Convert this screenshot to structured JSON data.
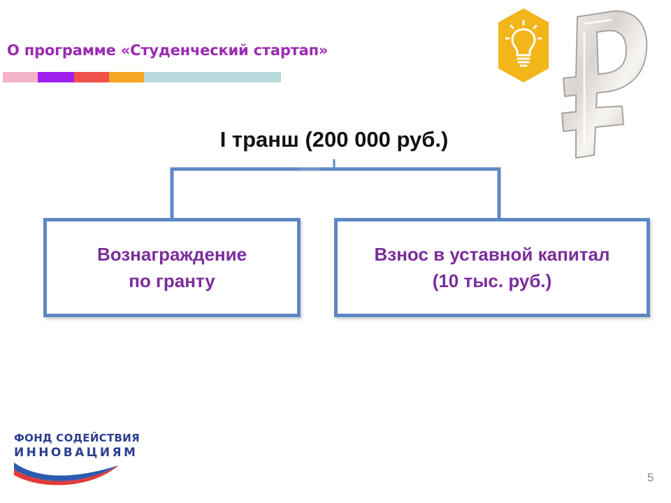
{
  "header": {
    "title": "О программе «Студенческий стартап»",
    "color_bar": [
      "#f4b3c8",
      "#a020f0",
      "#f0504a",
      "#f5a623",
      "#b7d9dc"
    ]
  },
  "diagram": {
    "root": {
      "label": "I транш (200 000 руб.)"
    },
    "children": [
      {
        "line1": "Вознаграждение",
        "line2": "по гранту"
      },
      {
        "line1": "Взнос в уставной капитал",
        "line2": "(10 тыс. руб.)"
      }
    ],
    "colors": {
      "border": "#5e87c4",
      "text": "#7a2d9a",
      "accent": "#f2b51a"
    }
  },
  "icons": {
    "top_left_icon": "lightbulb-hexagon-icon",
    "top_right_icon": "ruble-sign-icon"
  },
  "logo": {
    "line1": "ФОНД СОДЕЙСТВИЯ",
    "line2": "ИННОВАЦИЯМ"
  },
  "footer": {
    "page_number": "5"
  }
}
